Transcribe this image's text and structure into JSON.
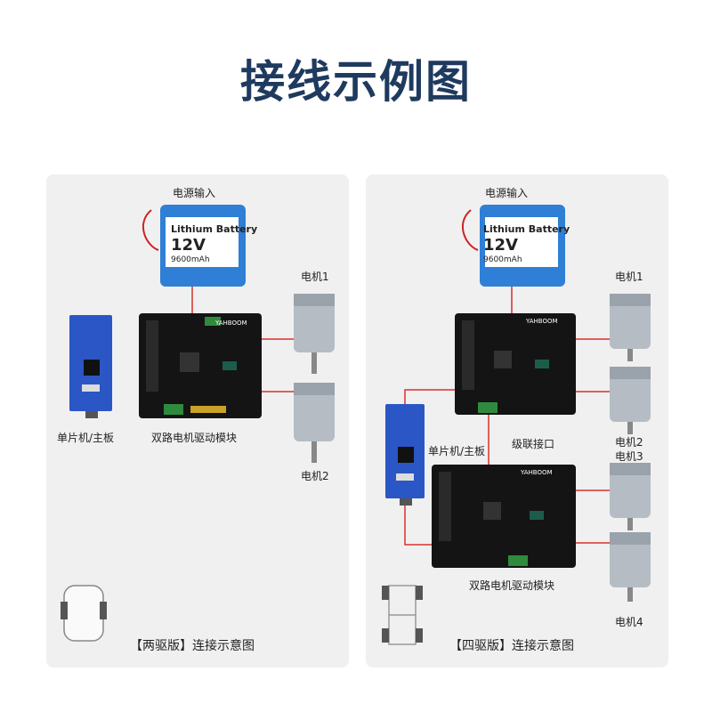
{
  "title": "接线示例图",
  "colors": {
    "title": "#1f3a5f",
    "wire": "#d9302c",
    "board": "#141414",
    "battery": "#2f7fd6",
    "mcu": "#2a56c6",
    "panel": "#f0f0f0"
  },
  "left": {
    "power_label": "电源输入",
    "battery": {
      "brand": "Lithium Battery",
      "voltage": "12V",
      "capacity": "9600mAh"
    },
    "motor1_label": "电机1",
    "motor2_label": "电机2",
    "mcu_label": "单片机/主板",
    "driver_label": "双路电机驱动模块",
    "driver_brand": "YAHBOOM",
    "caption": "【两驱版】连接示意图",
    "chassis_icon": "two-wheel-chassis-icon"
  },
  "right": {
    "power_label": "电源输入",
    "battery": {
      "brand": "Lithium Battery",
      "voltage": "12V",
      "capacity": "9600mAh"
    },
    "motor1_label": "电机1",
    "motor2_label": "电机2",
    "motor3_label": "电机3",
    "motor4_label": "电机4",
    "mcu_label": "单片机/主板",
    "cascade_label": "级联接口",
    "driver_label": "双路电机驱动模块",
    "driver_brand": "YAHBOOM",
    "caption": "【四驱版】连接示意图",
    "chassis_icon": "four-wheel-chassis-icon"
  }
}
